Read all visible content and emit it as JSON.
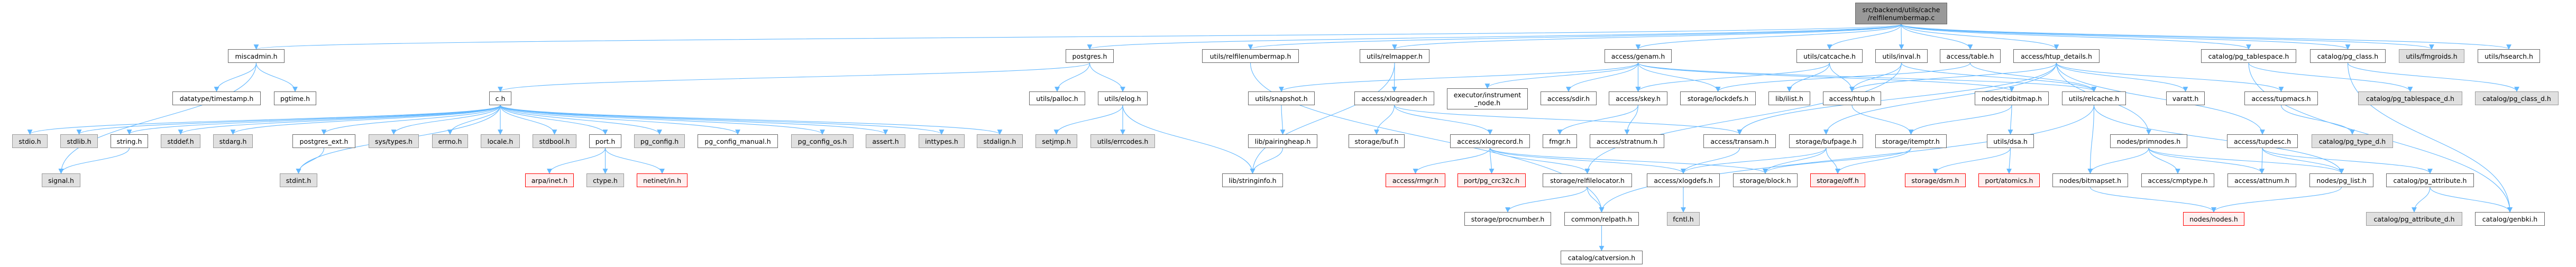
{
  "graph": {
    "title": "src/backend/utils/cache/relfilenumbermap.c include dependency graph",
    "edge_color": "#63b8ff",
    "nodes": [
      {
        "id": "root",
        "label": "src/backend/utils/cache\n/relfilenumbermap.c",
        "kind": "root"
      },
      {
        "id": "miscadmin",
        "label": "miscadmin.h",
        "kind": "white"
      },
      {
        "id": "timestamp",
        "label": "datatype/timestamp.h",
        "kind": "white"
      },
      {
        "id": "pgtime",
        "label": "pgtime.h",
        "kind": "white"
      },
      {
        "id": "stdio",
        "label": "stdio.h",
        "kind": "gray"
      },
      {
        "id": "stdlib",
        "label": "stdlib.h",
        "kind": "gray"
      },
      {
        "id": "string",
        "label": "string.h",
        "kind": "white"
      },
      {
        "id": "stddef",
        "label": "stddef.h",
        "kind": "gray"
      },
      {
        "id": "stdarg",
        "label": "stdarg.h",
        "kind": "gray"
      },
      {
        "id": "postgres_ext",
        "label": "postgres_ext.h",
        "kind": "white"
      },
      {
        "id": "systypes",
        "label": "sys/types.h",
        "kind": "gray"
      },
      {
        "id": "errno",
        "label": "errno.h",
        "kind": "gray"
      },
      {
        "id": "locale",
        "label": "locale.h",
        "kind": "gray"
      },
      {
        "id": "stdbool",
        "label": "stdbool.h",
        "kind": "gray"
      },
      {
        "id": "port",
        "label": "port.h",
        "kind": "white"
      },
      {
        "id": "pg_config",
        "label": "pg_config.h",
        "kind": "gray"
      },
      {
        "id": "pg_config_manual",
        "label": "pg_config_manual.h",
        "kind": "white"
      },
      {
        "id": "pg_config_os",
        "label": "pg_config_os.h",
        "kind": "gray"
      },
      {
        "id": "assert",
        "label": "assert.h",
        "kind": "gray"
      },
      {
        "id": "inttypes",
        "label": "inttypes.h",
        "kind": "gray"
      },
      {
        "id": "stdalign",
        "label": "stdalign.h",
        "kind": "gray"
      },
      {
        "id": "setjmp",
        "label": "setjmp.h",
        "kind": "gray"
      },
      {
        "id": "errcodes",
        "label": "utils/errcodes.h",
        "kind": "gray"
      },
      {
        "id": "signal",
        "label": "signal.h",
        "kind": "gray"
      },
      {
        "id": "stdint",
        "label": "stdint.h",
        "kind": "gray"
      },
      {
        "id": "ch",
        "label": "c.h",
        "kind": "white"
      },
      {
        "id": "arpa",
        "label": "arpa/inet.h",
        "kind": "red"
      },
      {
        "id": "ctype",
        "label": "ctype.h",
        "kind": "gray"
      },
      {
        "id": "netinet",
        "label": "netinet/in.h",
        "kind": "red"
      },
      {
        "id": "postgres",
        "label": "postgres.h",
        "kind": "white"
      },
      {
        "id": "palloc",
        "label": "utils/palloc.h",
        "kind": "white"
      },
      {
        "id": "elog",
        "label": "utils/elog.h",
        "kind": "white"
      },
      {
        "id": "relfilenumbermap",
        "label": "utils/relfilenumbermap.h",
        "kind": "white"
      },
      {
        "id": "relmapper",
        "label": "utils/relmapper.h",
        "kind": "white"
      },
      {
        "id": "snapshot",
        "label": "utils/snapshot.h",
        "kind": "white"
      },
      {
        "id": "xlogreader",
        "label": "access/xlogreader.h",
        "kind": "white"
      },
      {
        "id": "instrument",
        "label": "executor/instrument\n_node.h",
        "kind": "white"
      },
      {
        "id": "pairingheap",
        "label": "lib/pairingheap.h",
        "kind": "white"
      },
      {
        "id": "buf",
        "label": "storage/buf.h",
        "kind": "white"
      },
      {
        "id": "xlogrecord",
        "label": "access/xlogrecord.h",
        "kind": "white"
      },
      {
        "id": "stringinfo",
        "label": "lib/stringinfo.h",
        "kind": "white"
      },
      {
        "id": "rmgr",
        "label": "access/rmgr.h",
        "kind": "red"
      },
      {
        "id": "crc32c",
        "label": "port/pg_crc32c.h",
        "kind": "red"
      },
      {
        "id": "procnumber",
        "label": "storage/procnumber.h",
        "kind": "white"
      },
      {
        "id": "genam",
        "label": "access/genam.h",
        "kind": "white"
      },
      {
        "id": "catcache",
        "label": "utils/catcache.h",
        "kind": "white"
      },
      {
        "id": "sdir",
        "label": "access/sdir.h",
        "kind": "white"
      },
      {
        "id": "skey",
        "label": "access/skey.h",
        "kind": "white"
      },
      {
        "id": "lockdefs",
        "label": "storage/lockdefs.h",
        "kind": "white"
      },
      {
        "id": "ilist",
        "label": "lib/ilist.h",
        "kind": "white"
      },
      {
        "id": "htup",
        "label": "access/htup.h",
        "kind": "white"
      },
      {
        "id": "fmgr",
        "label": "fmgr.h",
        "kind": "white"
      },
      {
        "id": "stratnum",
        "label": "access/stratnum.h",
        "kind": "white"
      },
      {
        "id": "transam",
        "label": "access/transam.h",
        "kind": "white"
      },
      {
        "id": "bufpage",
        "label": "storage/bufpage.h",
        "kind": "white"
      },
      {
        "id": "itemptr",
        "label": "storage/itemptr.h",
        "kind": "white"
      },
      {
        "id": "relfilelocator",
        "label": "storage/relfilelocator.h",
        "kind": "white"
      },
      {
        "id": "xlogdefs",
        "label": "access/xlogdefs.h",
        "kind": "white"
      },
      {
        "id": "block",
        "label": "storage/block.h",
        "kind": "white"
      },
      {
        "id": "off",
        "label": "storage/off.h",
        "kind": "red"
      },
      {
        "id": "dsm",
        "label": "storage/dsm.h",
        "kind": "red"
      },
      {
        "id": "relpath",
        "label": "common/relpath.h",
        "kind": "white"
      },
      {
        "id": "fcntl",
        "label": "fcntl.h",
        "kind": "gray"
      },
      {
        "id": "catversion",
        "label": "catalog/catversion.h",
        "kind": "white"
      },
      {
        "id": "inval",
        "label": "utils/inval.h",
        "kind": "white"
      },
      {
        "id": "table",
        "label": "access/table.h",
        "kind": "white"
      },
      {
        "id": "htup_details",
        "label": "access/htup_details.h",
        "kind": "white"
      },
      {
        "id": "pg_tablespace",
        "label": "catalog/pg_tablespace.h",
        "kind": "white"
      },
      {
        "id": "tidbitmap",
        "label": "nodes/tidbitmap.h",
        "kind": "white"
      },
      {
        "id": "relcache",
        "label": "utils/relcache.h",
        "kind": "white"
      },
      {
        "id": "varatt",
        "label": "varatt.h",
        "kind": "white"
      },
      {
        "id": "tupmacs",
        "label": "access/tupmacs.h",
        "kind": "white"
      },
      {
        "id": "dsa",
        "label": "utils/dsa.h",
        "kind": "white"
      },
      {
        "id": "primnodes",
        "label": "nodes/primnodes.h",
        "kind": "white"
      },
      {
        "id": "tupdesc",
        "label": "access/tupdesc.h",
        "kind": "white"
      },
      {
        "id": "atomics",
        "label": "port/atomics.h",
        "kind": "red"
      },
      {
        "id": "bitmapset",
        "label": "nodes/bitmapset.h",
        "kind": "white"
      },
      {
        "id": "cmptype",
        "label": "access/cmptype.h",
        "kind": "white"
      },
      {
        "id": "nodes",
        "label": "nodes/nodes.h",
        "kind": "red"
      },
      {
        "id": "pg_class",
        "label": "catalog/pg_class.h",
        "kind": "white"
      },
      {
        "id": "fmgroids",
        "label": "utils/fmgroids.h",
        "kind": "gray"
      },
      {
        "id": "hsearch",
        "label": "utils/hsearch.h",
        "kind": "white"
      },
      {
        "id": "pg_tablespace_d",
        "label": "catalog/pg_tablespace_d.h",
        "kind": "gray"
      },
      {
        "id": "pg_class_d",
        "label": "catalog/pg_class_d.h",
        "kind": "gray"
      },
      {
        "id": "pg_type_d",
        "label": "catalog/pg_type_d.h",
        "kind": "gray"
      },
      {
        "id": "attnum",
        "label": "access/attnum.h",
        "kind": "white"
      },
      {
        "id": "pg_list",
        "label": "nodes/pg_list.h",
        "kind": "white"
      },
      {
        "id": "pg_attribute",
        "label": "catalog/pg_attribute.h",
        "kind": "white"
      },
      {
        "id": "pg_attribute_d",
        "label": "catalog/pg_attribute_d.h",
        "kind": "gray"
      },
      {
        "id": "genbki",
        "label": "catalog/genbki.h",
        "kind": "white"
      }
    ],
    "edges": [
      [
        "root",
        "miscadmin"
      ],
      [
        "root",
        "postgres"
      ],
      [
        "root",
        "relfilenumbermap"
      ],
      [
        "root",
        "relmapper"
      ],
      [
        "root",
        "genam"
      ],
      [
        "root",
        "catcache"
      ],
      [
        "root",
        "inval"
      ],
      [
        "root",
        "table"
      ],
      [
        "root",
        "htup_details"
      ],
      [
        "root",
        "pg_tablespace"
      ],
      [
        "root",
        "pg_class"
      ],
      [
        "root",
        "fmgroids"
      ],
      [
        "root",
        "hsearch"
      ],
      [
        "miscadmin",
        "signal"
      ],
      [
        "miscadmin",
        "timestamp"
      ],
      [
        "miscadmin",
        "pgtime"
      ],
      [
        "postgres",
        "ch"
      ],
      [
        "postgres",
        "palloc"
      ],
      [
        "postgres",
        "elog"
      ],
      [
        "ch",
        "stdio"
      ],
      [
        "ch",
        "stdlib"
      ],
      [
        "ch",
        "string"
      ],
      [
        "ch",
        "stddef"
      ],
      [
        "ch",
        "stdarg"
      ],
      [
        "ch",
        "postgres_ext"
      ],
      [
        "ch",
        "systypes"
      ],
      [
        "ch",
        "errno"
      ],
      [
        "ch",
        "locale"
      ],
      [
        "ch",
        "stdbool"
      ],
      [
        "ch",
        "port"
      ],
      [
        "ch",
        "pg_config"
      ],
      [
        "ch",
        "pg_config_manual"
      ],
      [
        "ch",
        "pg_config_os"
      ],
      [
        "ch",
        "assert"
      ],
      [
        "ch",
        "inttypes"
      ],
      [
        "ch",
        "stdalign"
      ],
      [
        "ch",
        "stdint"
      ],
      [
        "string",
        "signal"
      ],
      [
        "postgres_ext",
        "stdint"
      ],
      [
        "port",
        "arpa"
      ],
      [
        "port",
        "ctype"
      ],
      [
        "port",
        "netinet"
      ],
      [
        "elog",
        "setjmp"
      ],
      [
        "elog",
        "errcodes"
      ],
      [
        "elog",
        "stringinfo"
      ],
      [
        "relfilenumbermap",
        "relpath"
      ],
      [
        "relmapper",
        "stringinfo"
      ],
      [
        "relmapper",
        "xlogreader"
      ],
      [
        "snapshot",
        "pairingheap"
      ],
      [
        "pairingheap",
        "stringinfo"
      ],
      [
        "xlogreader",
        "buf"
      ],
      [
        "xlogreader",
        "xlogrecord"
      ],
      [
        "xlogreader",
        "transam"
      ],
      [
        "xlogrecord",
        "rmgr"
      ],
      [
        "xlogrecord",
        "crc32c"
      ],
      [
        "xlogrecord",
        "relfilelocator"
      ],
      [
        "xlogrecord",
        "xlogdefs"
      ],
      [
        "xlogrecord",
        "block"
      ],
      [
        "relfilelocator",
        "procnumber"
      ],
      [
        "relfilelocator",
        "relpath"
      ],
      [
        "relpath",
        "catversion"
      ],
      [
        "xlogdefs",
        "fcntl"
      ],
      [
        "genam",
        "instrument"
      ],
      [
        "genam",
        "sdir"
      ],
      [
        "genam",
        "skey"
      ],
      [
        "genam",
        "lockdefs"
      ],
      [
        "genam",
        "tidbitmap"
      ],
      [
        "genam",
        "relcache"
      ],
      [
        "genam",
        "snapshot"
      ],
      [
        "skey",
        "fmgr"
      ],
      [
        "skey",
        "stratnum"
      ],
      [
        "catcache",
        "skey"
      ],
      [
        "catcache",
        "ilist"
      ],
      [
        "catcache",
        "htup"
      ],
      [
        "inval",
        "htup"
      ],
      [
        "inval",
        "relfilelocator"
      ],
      [
        "inval",
        "relcache"
      ],
      [
        "table",
        "lockdefs"
      ],
      [
        "table",
        "relcache"
      ],
      [
        "htup_details",
        "htup"
      ],
      [
        "htup_details",
        "transam"
      ],
      [
        "htup_details",
        "tupdesc"
      ],
      [
        "htup_details",
        "tupmacs"
      ],
      [
        "htup_details",
        "bufpage"
      ],
      [
        "htup_details",
        "varatt"
      ],
      [
        "htup_details",
        "primnodes"
      ],
      [
        "htup",
        "itemptr"
      ],
      [
        "bufpage",
        "block"
      ],
      [
        "bufpage",
        "off"
      ],
      [
        "bufpage",
        "xlogdefs"
      ],
      [
        "itemptr",
        "block"
      ],
      [
        "itemptr",
        "off"
      ],
      [
        "transam",
        "xlogdefs"
      ],
      [
        "tidbitmap",
        "itemptr"
      ],
      [
        "tidbitmap",
        "dsa"
      ],
      [
        "dsa",
        "dsm"
      ],
      [
        "dsa",
        "atomics"
      ],
      [
        "relcache",
        "bitmapset"
      ],
      [
        "relcache",
        "pg_list"
      ],
      [
        "relcache",
        "relpath"
      ],
      [
        "primnodes",
        "bitmapset"
      ],
      [
        "primnodes",
        "cmptype"
      ],
      [
        "primnodes",
        "attnum"
      ],
      [
        "primnodes",
        "pg_list"
      ],
      [
        "tupdesc",
        "attnum"
      ],
      [
        "tupdesc",
        "pg_list"
      ],
      [
        "tupdesc",
        "pg_attribute"
      ],
      [
        "bitmapset",
        "nodes"
      ],
      [
        "pg_list",
        "nodes"
      ],
      [
        "pg_attribute",
        "pg_attribute_d"
      ],
      [
        "pg_attribute",
        "genbki"
      ],
      [
        "pg_tablespace",
        "pg_tablespace_d"
      ],
      [
        "pg_tablespace",
        "genbki"
      ],
      [
        "pg_class",
        "pg_class_d"
      ],
      [
        "pg_class",
        "genbki"
      ],
      [
        "tupmacs",
        "pg_type_d"
      ]
    ]
  }
}
